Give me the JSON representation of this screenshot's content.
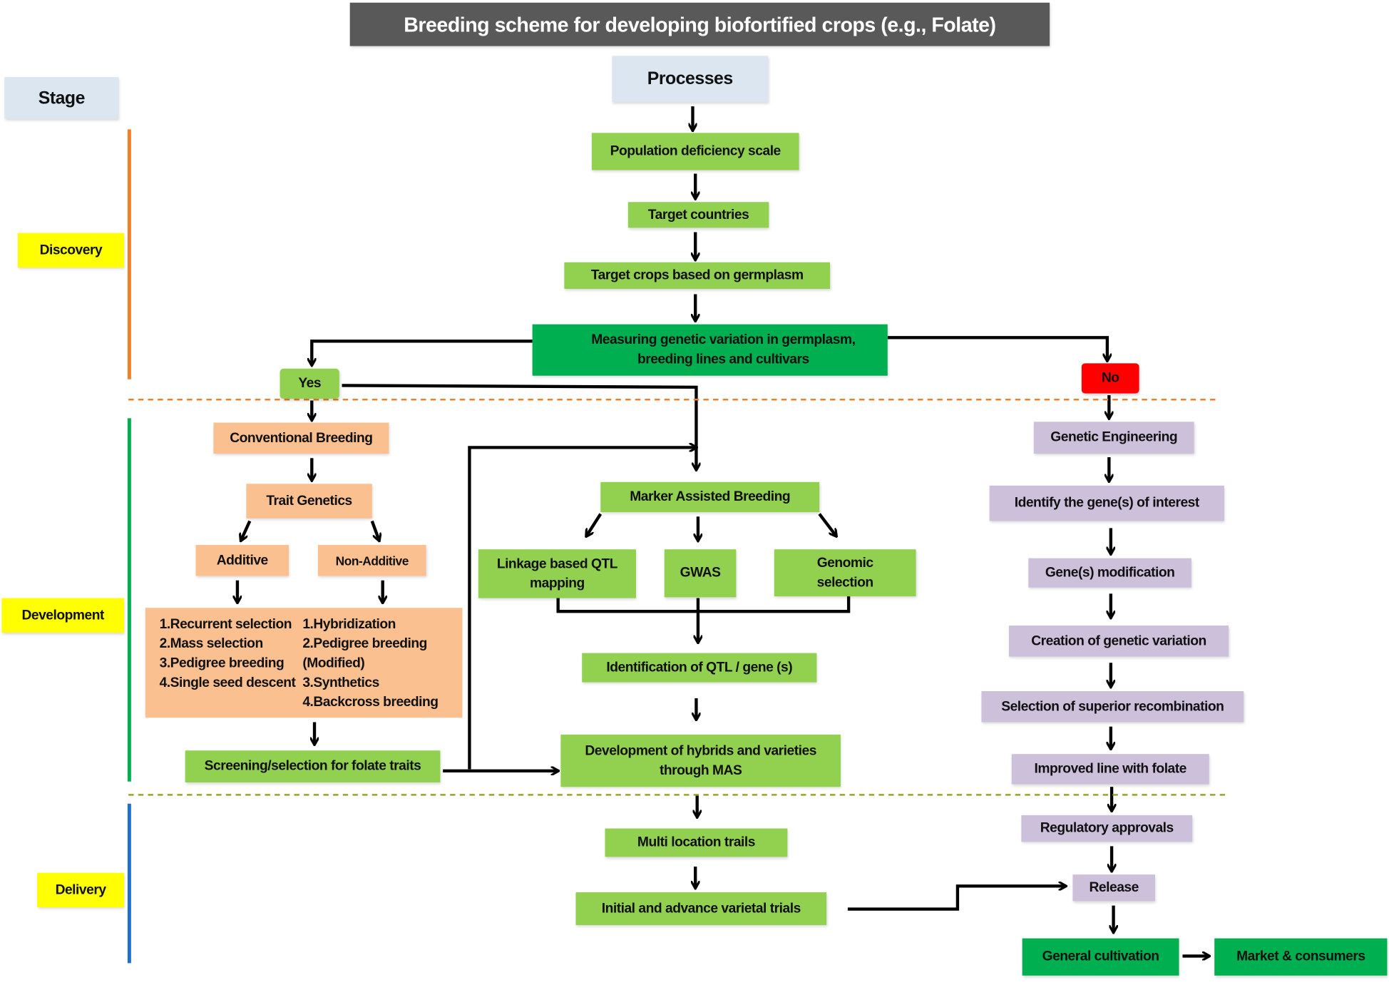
{
  "title": "Breeding scheme for developing biofortified crops (e.g., Folate)",
  "headers": {
    "stage": "Stage",
    "processes": "Processes"
  },
  "stages": {
    "discovery": "Discovery",
    "development": "Development",
    "delivery": "Delivery"
  },
  "main": {
    "population": "Population deficiency scale",
    "countries": "Target countries",
    "crops": "Target crops based on germplasm",
    "measuring": "Measuring genetic variation in germplasm, breeding lines and cultivars",
    "yes": "Yes",
    "no": "No"
  },
  "conventional": {
    "title": "Conventional Breeding",
    "trait": "Trait Genetics",
    "additive": "Additive",
    "non_additive": "Non-Additive",
    "additive_methods": [
      "1.Recurrent selection",
      "2.Mass selection",
      "3.Pedigree breeding",
      "4.Single seed descent"
    ],
    "non_additive_methods": [
      "1.Hybridization",
      "2.Pedigree breeding",
      "(Modified)",
      "3.Synthetics",
      "4.Backcross breeding"
    ],
    "screening": "Screening/selection for folate traits"
  },
  "mas": {
    "title": "Marker Assisted  Breeding",
    "linkage": "Linkage based QTL mapping",
    "gwas": "GWAS",
    "genomic": "Genomic selection",
    "identification": "Identification of  QTL / gene (s)",
    "development": "Development of  hybrids and  varieties through  MAS",
    "multi": "Multi location trails",
    "initial": "Initial and advance varietal trials"
  },
  "ge": {
    "title": "Genetic Engineering",
    "identify": "Identify the gene(s) of interest",
    "modification": "Gene(s) modification",
    "creation": "Creation of genetic variation",
    "selection": "Selection of superior recombination",
    "improved": "Improved line with folate",
    "regulatory": "Regulatory approvals",
    "release": "Release",
    "cultivation": "General cultivation",
    "market": "Market & consumers"
  }
}
